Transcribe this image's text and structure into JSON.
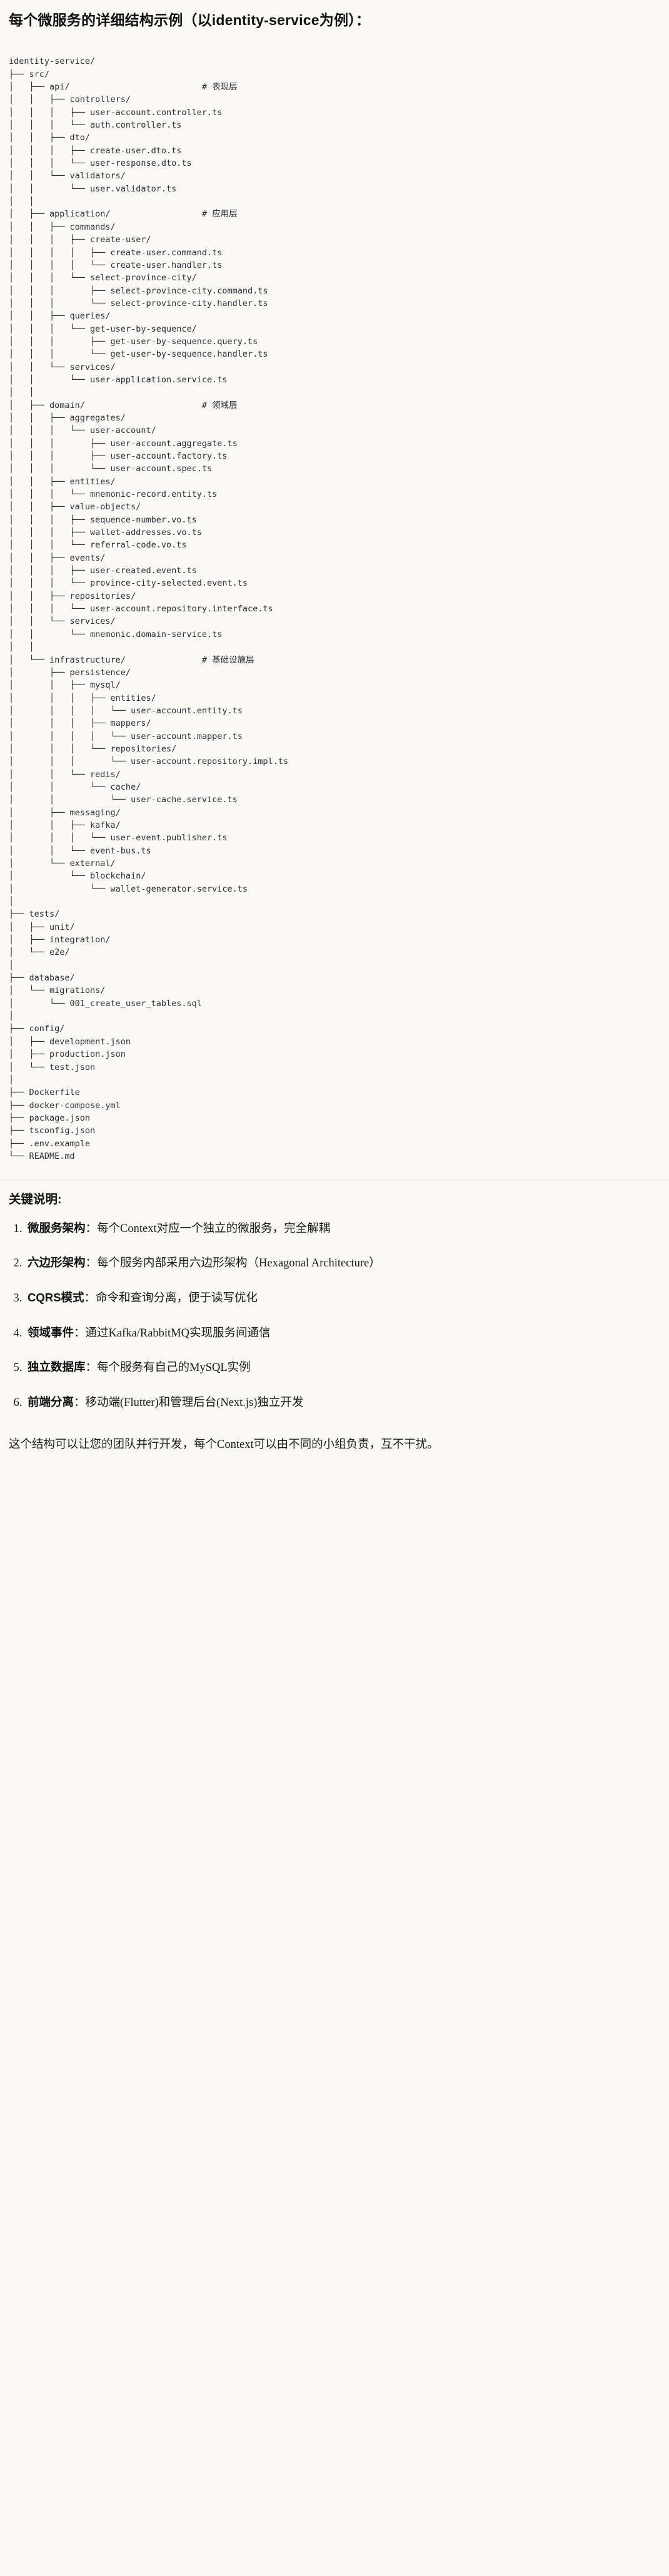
{
  "document": {
    "heading": "每个微服务的详细结构示例（以identity-service为例）：",
    "notes_heading": "关键说明:",
    "closing_paragraph": "这个结构可以让您的团队并行开发，每个Context可以由不同的小组负责，互不干扰。"
  },
  "tree": {
    "root_label": "identity-service/",
    "comments": {
      "api": "# 表现层",
      "application": "# 应用层",
      "domain": "# 领域层",
      "infrastructure": "# 基础设施层"
    },
    "lines": [
      "identity-service/",
      "├── src/",
      "│   ├── api/                          # 表现层",
      "│   │   ├── controllers/",
      "│   │   │   ├── user-account.controller.ts",
      "│   │   │   └── auth.controller.ts",
      "│   │   ├── dto/",
      "│   │   │   ├── create-user.dto.ts",
      "│   │   │   └── user-response.dto.ts",
      "│   │   └── validators/",
      "│   │       └── user.validator.ts",
      "│   │",
      "│   ├── application/                  # 应用层",
      "│   │   ├── commands/",
      "│   │   │   ├── create-user/",
      "│   │   │   │   ├── create-user.command.ts",
      "│   │   │   │   └── create-user.handler.ts",
      "│   │   │   └── select-province-city/",
      "│   │   │       ├── select-province-city.command.ts",
      "│   │   │       └── select-province-city.handler.ts",
      "│   │   ├── queries/",
      "│   │   │   └── get-user-by-sequence/",
      "│   │   │       ├── get-user-by-sequence.query.ts",
      "│   │   │       └── get-user-by-sequence.handler.ts",
      "│   │   └── services/",
      "│   │       └── user-application.service.ts",
      "│   │",
      "│   ├── domain/                       # 领域层",
      "│   │   ├── aggregates/",
      "│   │   │   └── user-account/",
      "│   │   │       ├── user-account.aggregate.ts",
      "│   │   │       ├── user-account.factory.ts",
      "│   │   │       └── user-account.spec.ts",
      "│   │   ├── entities/",
      "│   │   │   └── mnemonic-record.entity.ts",
      "│   │   ├── value-objects/",
      "│   │   │   ├── sequence-number.vo.ts",
      "│   │   │   ├── wallet-addresses.vo.ts",
      "│   │   │   └── referral-code.vo.ts",
      "│   │   ├── events/",
      "│   │   │   ├── user-created.event.ts",
      "│   │   │   └── province-city-selected.event.ts",
      "│   │   ├── repositories/",
      "│   │   │   └── user-account.repository.interface.ts",
      "│   │   └── services/",
      "│   │       └── mnemonic.domain-service.ts",
      "│   │",
      "│   └── infrastructure/               # 基础设施层",
      "│       ├── persistence/",
      "│       │   ├── mysql/",
      "│       │   │   ├── entities/",
      "│       │   │   │   └── user-account.entity.ts",
      "│       │   │   ├── mappers/",
      "│       │   │   │   └── user-account.mapper.ts",
      "│       │   │   └── repositories/",
      "│       │   │       └── user-account.repository.impl.ts",
      "│       │   └── redis/",
      "│       │       └── cache/",
      "│       │           └── user-cache.service.ts",
      "│       ├── messaging/",
      "│       │   ├── kafka/",
      "│       │   │   └── user-event.publisher.ts",
      "│       │   └── event-bus.ts",
      "│       └── external/",
      "│           └── blockchain/",
      "│               └── wallet-generator.service.ts",
      "│",
      "├── tests/",
      "│   ├── unit/",
      "│   ├── integration/",
      "│   └── e2e/",
      "│",
      "├── database/",
      "│   └── migrations/",
      "│       └── 001_create_user_tables.sql",
      "│",
      "├── config/",
      "│   ├── development.json",
      "│   ├── production.json",
      "│   └── test.json",
      "│",
      "├── Dockerfile",
      "├── docker-compose.yml",
      "├── package.json",
      "├── tsconfig.json",
      "├── .env.example",
      "└── README.md"
    ]
  },
  "notes": [
    {
      "term": "微服务架构",
      "body": "：每个Context对应一个独立的微服务，完全解耦"
    },
    {
      "term": "六边形架构",
      "body": "：每个服务内部采用六边形架构（Hexagonal Architecture）"
    },
    {
      "term": "CQRS模式",
      "body": "：命令和查询分离，便于读写优化"
    },
    {
      "term": "领域事件",
      "body": "：通过Kafka/RabbitMQ实现服务间通信"
    },
    {
      "term": "独立数据库",
      "body": "：每个服务有自己的MySQL实例"
    },
    {
      "term": "前端分离",
      "body": "：移动端(Flutter)和管理后台(Next.js)独立开发"
    }
  ],
  "colors": {
    "page_background": "#faf9f6",
    "text": "#1a1a1a",
    "code_text": "#2c3038",
    "rule": "#e4e2dc"
  }
}
